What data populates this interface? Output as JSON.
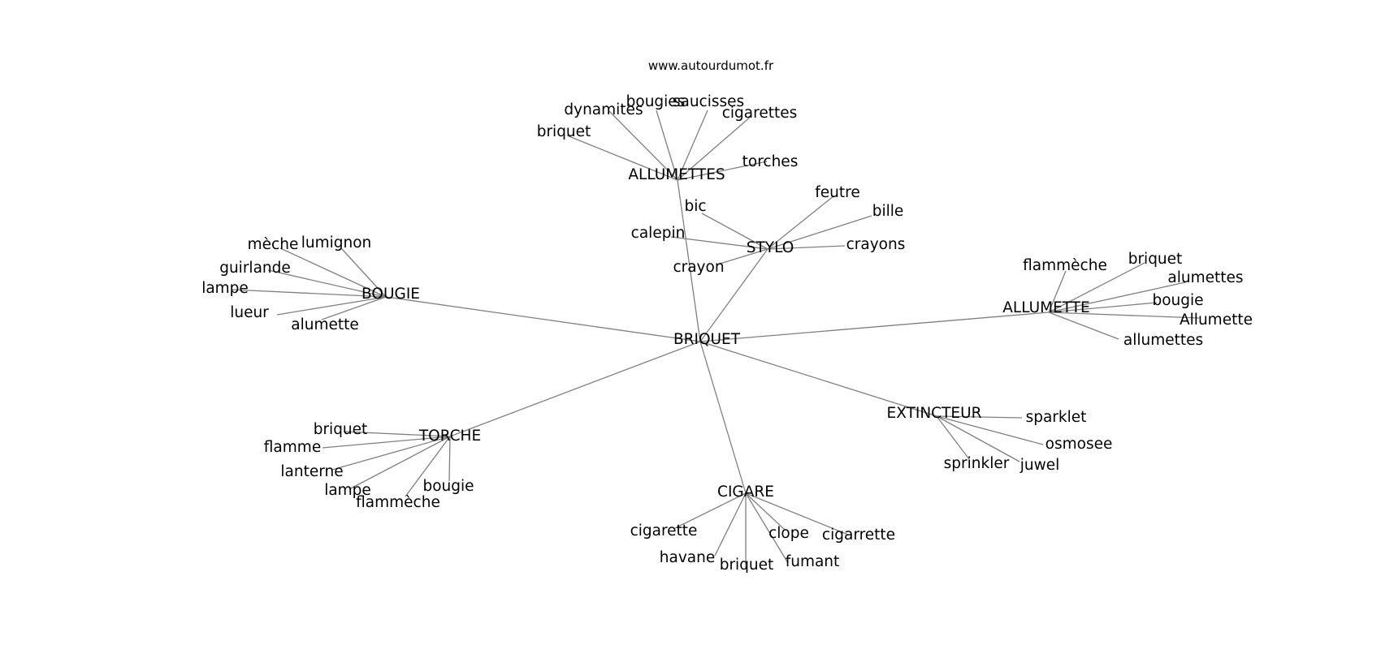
{
  "source": "www.autourdumot.fr",
  "colors": {
    "edge": "#808080",
    "text": "#000000",
    "background": "#ffffff"
  },
  "graph": {
    "center": "BRIQUET",
    "clusters": [
      {
        "hub": "ALLUMETTES",
        "leaves": [
          "briquet",
          "dynamites",
          "bougies",
          "saucisses",
          "cigarettes",
          "torches"
        ]
      },
      {
        "hub": "STYLO",
        "leaves": [
          "bic",
          "calepin",
          "crayon",
          "feutre",
          "bille",
          "crayons"
        ]
      },
      {
        "hub": "BOUGIE",
        "leaves": [
          "mèche",
          "lumignon",
          "guirlande",
          "lampe",
          "lueur",
          "alumette"
        ]
      },
      {
        "hub": "ALLUMETTE",
        "leaves": [
          "flammèche",
          "briquet",
          "alumettes",
          "bougie",
          "Allumette",
          "allumettes"
        ]
      },
      {
        "hub": "TORCHE",
        "leaves": [
          "briquet",
          "flamme",
          "lanterne",
          "lampe",
          "flammèche",
          "bougie"
        ]
      },
      {
        "hub": "EXTINCTEUR",
        "leaves": [
          "sparklet",
          "osmosee",
          "sprinkler",
          "juwel"
        ]
      },
      {
        "hub": "CIGARE",
        "leaves": [
          "cigarette",
          "havane",
          "briquet",
          "clope",
          "fumant",
          "cigarrette"
        ]
      }
    ]
  }
}
